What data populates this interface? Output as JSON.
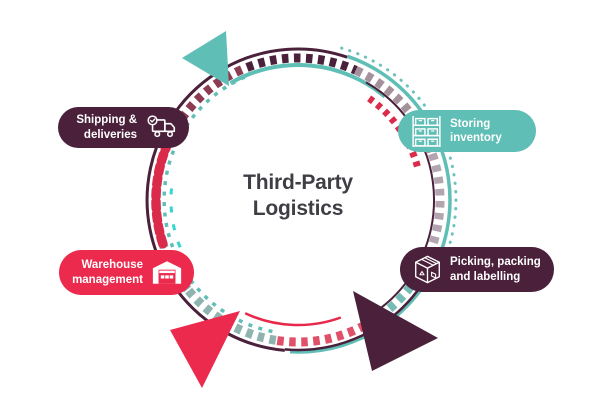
{
  "title": {
    "line1": "Third-Party",
    "line2": "Logistics",
    "color": "#3F3E44"
  },
  "nodes": [
    {
      "id": "shipping-deliveries",
      "lines": [
        "Shipping &",
        "deliveries"
      ],
      "bg": "#4A203A",
      "icon": "delivery-truck-icon"
    },
    {
      "id": "storing-inventory",
      "lines": [
        "Storing",
        "inventory"
      ],
      "bg": "#5FBEB5",
      "icon": "storage-shelves-icon"
    },
    {
      "id": "warehouse-management",
      "lines": [
        "Warehouse",
        "management"
      ],
      "bg": "#EC2A4D",
      "icon": "warehouse-building-icon"
    },
    {
      "id": "picking-packing-labelling",
      "lines": [
        "Picking, packing",
        "and labelling"
      ],
      "bg": "#4A203A",
      "icon": "package-box-icon"
    }
  ],
  "ring_colors": {
    "maroon": "#4A203A",
    "teal": "#5FBEB5",
    "teal_light": "#6BC2BA",
    "teal_dot": "#74BCB5",
    "crimson": "#DA2B4A",
    "red": "#E8274B",
    "pink": "#E05068",
    "mauve": "#A5919C",
    "mauve_light": "#B3A5B0",
    "mauve_dark": "#8C3B52",
    "gray_teal": "#8FB4B0",
    "cyan": "#35D6CE"
  }
}
